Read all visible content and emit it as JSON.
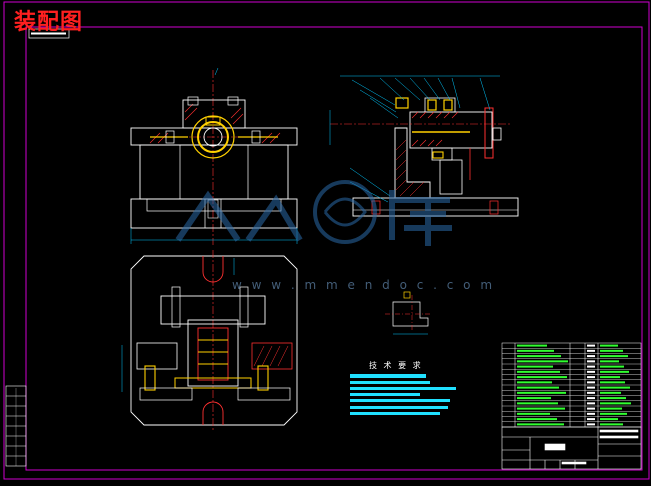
{
  "title": "装配图",
  "technical_requirements_title": "技 术 要 求",
  "watermark_text": "w w w . m m e n d o c . c o m",
  "colors": {
    "background": "#000000",
    "border": "#d000d0",
    "outline": "#ffffff",
    "hatch": "#ff3030",
    "dimension": "#00c8ff",
    "center": "#ff3030",
    "part": "#ffd000",
    "green": "#30ff30",
    "watermark": "#2a6aa8"
  }
}
